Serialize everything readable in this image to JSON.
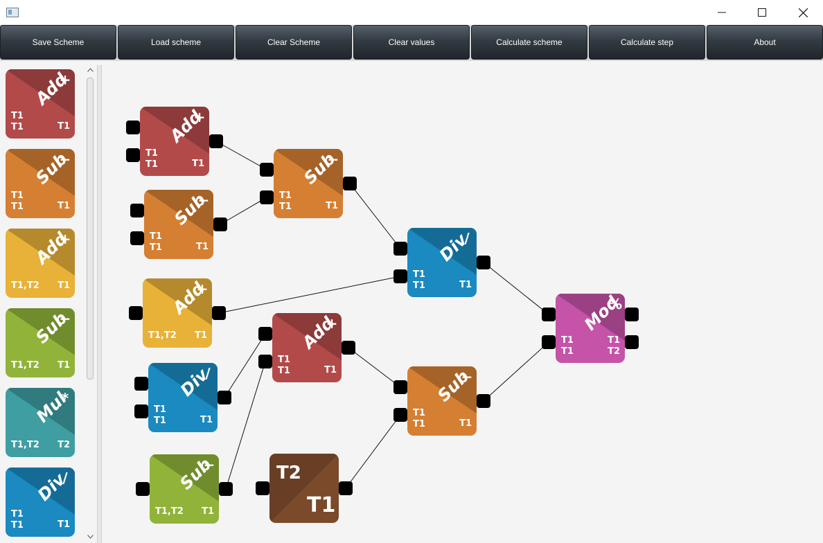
{
  "window": {
    "minimize_icon": "minimize-icon",
    "maximize_icon": "maximize-icon",
    "close_icon": "close-icon"
  },
  "toolbar": {
    "buttons": [
      {
        "label": "Save Scheme"
      },
      {
        "label": "Load scheme"
      },
      {
        "label": "Clear Scheme"
      },
      {
        "label": "Clear values"
      },
      {
        "label": "Calculate scheme"
      },
      {
        "label": "Calculate step"
      },
      {
        "label": "About"
      }
    ]
  },
  "colors": {
    "add": "#b34a4a",
    "sub": "#d57f33",
    "add_yellow": "#e8b138",
    "sub_green": "#91b33a",
    "mul": "#3e9ea2",
    "div": "#1a8ac0",
    "mod": "#c553a8",
    "constant": "#7a4a2a"
  },
  "palette": {
    "items": [
      {
        "op": "Add",
        "sym": "+",
        "color": "#b34a4a",
        "types_left": [
          "T1",
          "T1"
        ],
        "types_right": [
          "T1"
        ]
      },
      {
        "op": "Sub",
        "sym": "−",
        "color": "#d57f33",
        "types_left": [
          "T1",
          "T1"
        ],
        "types_right": [
          "T1"
        ]
      },
      {
        "op": "Add",
        "sym": "+",
        "color": "#e8b138",
        "types_left": [
          "T1,T2"
        ],
        "types_right": [
          "T1"
        ]
      },
      {
        "op": "Sub",
        "sym": "−",
        "color": "#91b33a",
        "types_left": [
          "T1,T2"
        ],
        "types_right": [
          "T1"
        ]
      },
      {
        "op": "Mul",
        "sym": "*",
        "color": "#3e9ea2",
        "types_left": [
          "T1,T2"
        ],
        "types_right": [
          "T2"
        ]
      },
      {
        "op": "Div",
        "sym": "/",
        "color": "#1a8ac0",
        "types_left": [
          "T1",
          "T1"
        ],
        "types_right": [
          "T1"
        ]
      }
    ]
  },
  "canvas": {
    "nodes": [
      {
        "id": "n1",
        "op": "Add",
        "sym": "+",
        "color": "#b34a4a",
        "types_left": [
          "T1",
          "T1"
        ],
        "types_right": [
          "T1"
        ]
      },
      {
        "id": "n2",
        "op": "Sub",
        "sym": "−",
        "color": "#d57f33",
        "types_left": [
          "T1",
          "T1"
        ],
        "types_right": [
          "T1"
        ]
      },
      {
        "id": "n3",
        "op": "Sub",
        "sym": "−",
        "color": "#d57f33",
        "types_left": [
          "T1",
          "T1"
        ],
        "types_right": [
          "T1"
        ]
      },
      {
        "id": "n4",
        "op": "Add",
        "sym": "+",
        "color": "#e8b138",
        "types_left": [
          "T1,T2"
        ],
        "types_right": [
          "T1"
        ]
      },
      {
        "id": "n5",
        "op": "Div",
        "sym": "/",
        "color": "#1a8ac0",
        "types_left": [
          "T1",
          "T1"
        ],
        "types_right": [
          "T1"
        ]
      },
      {
        "id": "n6",
        "op": "Sub",
        "sym": "−",
        "color": "#91b33a",
        "types_left": [
          "T1,T2"
        ],
        "types_right": [
          "T1"
        ]
      },
      {
        "id": "n7",
        "op": "Add",
        "sym": "+",
        "color": "#b34a4a",
        "types_left": [
          "T1",
          "T1"
        ],
        "types_right": [
          "T1"
        ]
      },
      {
        "id": "n8",
        "op": "T2",
        "sym": "T1",
        "color": "#7a4a2a",
        "types_left": [],
        "types_right": []
      },
      {
        "id": "n9",
        "op": "Div",
        "sym": "/",
        "color": "#1a8ac0",
        "types_left": [
          "T1",
          "T1"
        ],
        "types_right": [
          "T1"
        ]
      },
      {
        "id": "n10",
        "op": "Sub",
        "sym": "−",
        "color": "#d57f33",
        "types_left": [
          "T1",
          "T1"
        ],
        "types_right": [
          "T1"
        ]
      },
      {
        "id": "n11",
        "op": "Mod",
        "sym": "%",
        "color": "#c553a8",
        "types_left": [
          "T1",
          "T1"
        ],
        "types_right": [
          "T1",
          "T2"
        ]
      }
    ]
  }
}
